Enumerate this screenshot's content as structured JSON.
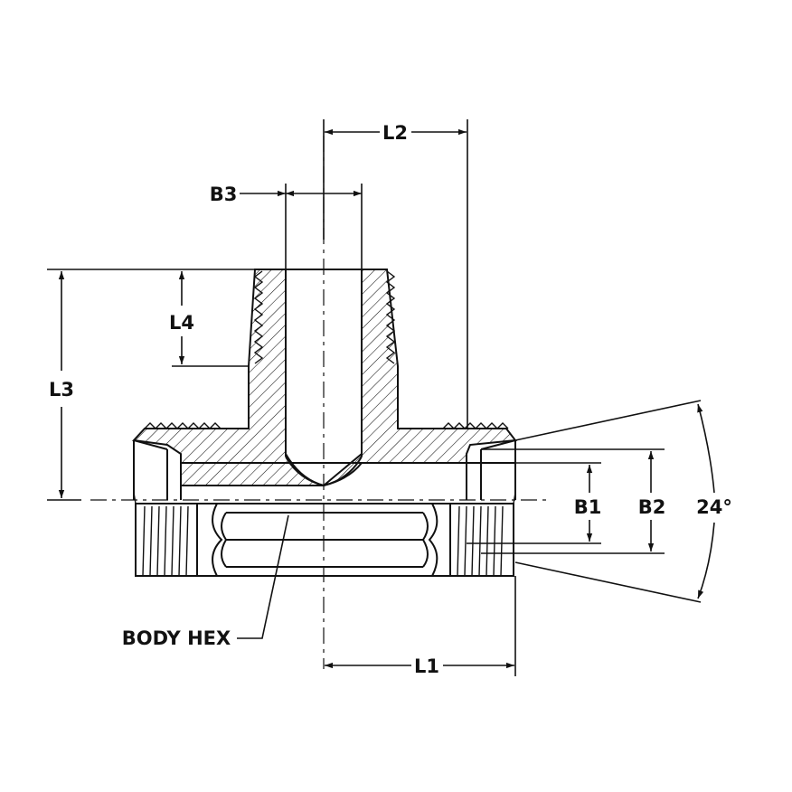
{
  "labels": {
    "l1": "L1",
    "l2": "L2",
    "l3": "L3",
    "l4": "L4",
    "b1": "B1",
    "b2": "B2",
    "b3": "B3",
    "angle": "24°",
    "body_hex": "BODY HEX"
  },
  "colors": {
    "line": "#111111",
    "background": "#ffffff"
  }
}
